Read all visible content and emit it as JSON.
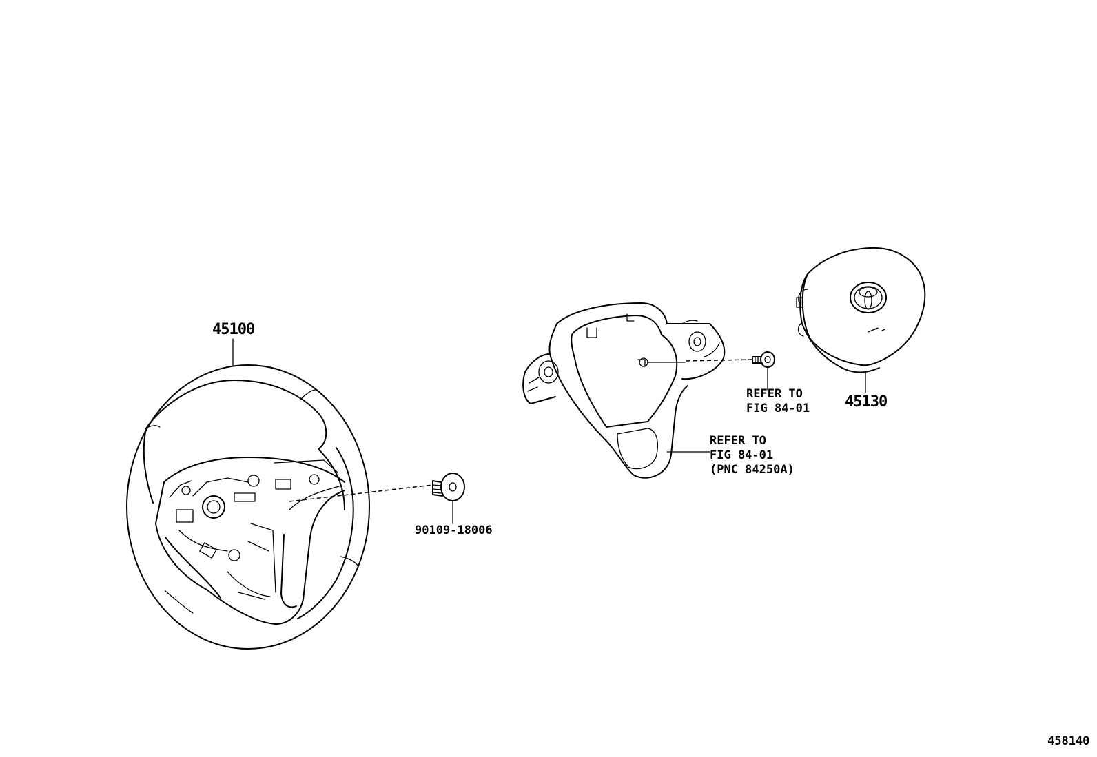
{
  "diagram": {
    "labels": {
      "wheel_part": "45100",
      "bolt_part": "90109-18006",
      "airbag_part": "45130",
      "refer1_line1": "REFER TO",
      "refer1_line2": "FIG 84-01",
      "refer2_line1": "REFER TO",
      "refer2_line2": "FIG 84-01",
      "refer2_line3": "(PNC 84250A)",
      "figure_number": "458140"
    },
    "icons": [
      "steering-wheel-icon",
      "bolt-icon",
      "wheel-cover-icon",
      "screw-icon",
      "airbag-icon",
      "toyota-emblem-icon"
    ],
    "colors": {
      "line": "#000000",
      "background": "#ffffff"
    }
  }
}
